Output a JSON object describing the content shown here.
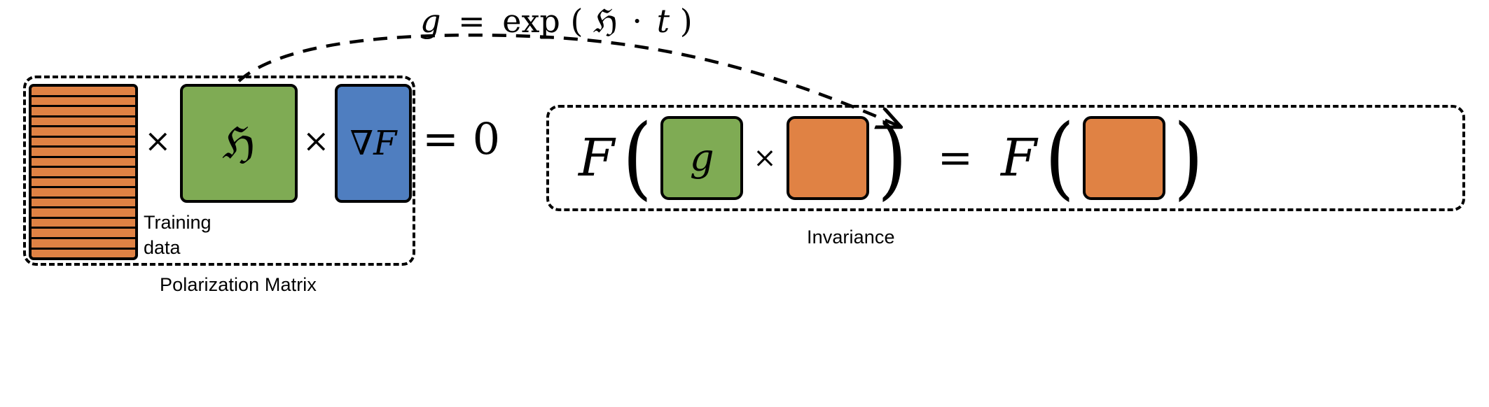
{
  "figure": {
    "background_color": "#ffffff",
    "title_formula": {
      "lhs": "g",
      "equals": "=",
      "rhs_fn": "exp",
      "rhs_open": "(",
      "rhs_generator": "ℌ",
      "rhs_dot": "·",
      "rhs_time": "t",
      "rhs_close": ")",
      "plain": "g = exp(ℌ · t)"
    },
    "arrow": {
      "name": "dashed-curved-arrow",
      "style": "dashed",
      "from": "lie-algebra-block",
      "to": "group-element-block",
      "color": "#000000"
    }
  },
  "polarization": {
    "caption": "Polarization Matrix",
    "border_color": "#000000",
    "training": {
      "label_line1": "Training",
      "label_line2": "data",
      "color": "#e08244",
      "stripe_count": 17
    },
    "lie_algebra": {
      "symbol": "ℌ",
      "color": "#7fab54"
    },
    "gradient": {
      "symbol": "∇F",
      "color": "#4f7ec0"
    },
    "operators": {
      "times_1": "×",
      "times_2": "×",
      "equals_zero": "= 0"
    }
  },
  "invariance": {
    "caption": "Invariance",
    "border_color": "#000000",
    "equation": {
      "f_left": "F",
      "open_left": "(",
      "group_element_symbol": "g",
      "group_element_color": "#7fab54",
      "times": "×",
      "data_block_color": "#e08244",
      "close_left": ")",
      "equals": "=",
      "f_right": "F",
      "open_right": "(",
      "close_right": ")",
      "plain": "F( g × ■ ) = F( ■ )"
    }
  },
  "colors": {
    "orange": "#e08244",
    "green": "#7fab54",
    "blue": "#4f7ec0",
    "outline": "#000000"
  }
}
